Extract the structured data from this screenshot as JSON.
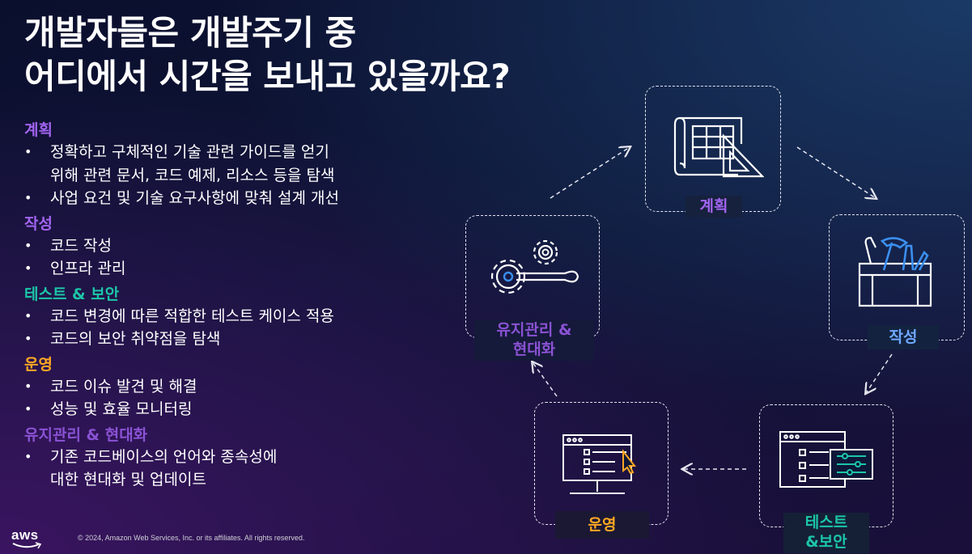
{
  "title": {
    "line1": "개발자들은 개발주기 중",
    "line2": "어디에서 시간을 보내고 있을까요?"
  },
  "sections": [
    {
      "heading": "계획",
      "color": "#a264f0",
      "items": [
        "정확하고 구체적인 기술 관련 가이드를 얻기\n위해 관련 문서, 코드 예제, 리소스 등을 탐색",
        "사업 요건 및 기술 요구사항에 맞춰 설계 개선"
      ]
    },
    {
      "heading": "작성",
      "color": "#a264f0",
      "items": [
        "코드 작성",
        "인프라 관리"
      ]
    },
    {
      "heading": "테스트 & 보안",
      "color": "#1cc6a8",
      "items": [
        "코드 변경에 따른 적합한 테스트 케이스 적용",
        "코드의 보안 취약점을 탐색"
      ]
    },
    {
      "heading": "운영",
      "color": "#ffa724",
      "items": [
        "코드 이슈 발견 및 해결",
        "성능 및 효율 모니터링"
      ]
    },
    {
      "heading": "유지관리 & 현대화",
      "color": "#8a52d4",
      "items": [
        "기존 코드베이스의 언어와 종속성에\n대한 현대화 및 업데이트"
      ]
    }
  ],
  "cycle": {
    "plan": "계획",
    "write": "작성",
    "test_line1": "테스트",
    "test_line2": "&보안",
    "operate": "운영",
    "maintain_line1": "유지관리 &",
    "maintain_line2": "현대화"
  },
  "icons": {
    "plan": "blueprint-ruler-icon",
    "write": "toolbox-icon",
    "test": "code-sliders-window-icon",
    "operate": "monitor-cursor-icon",
    "maintain": "gears-wrench-icon"
  },
  "footer": {
    "logo": "aws",
    "copyright": "© 2024, Amazon Web Services, Inc. or its affiliates. All rights reserved."
  }
}
